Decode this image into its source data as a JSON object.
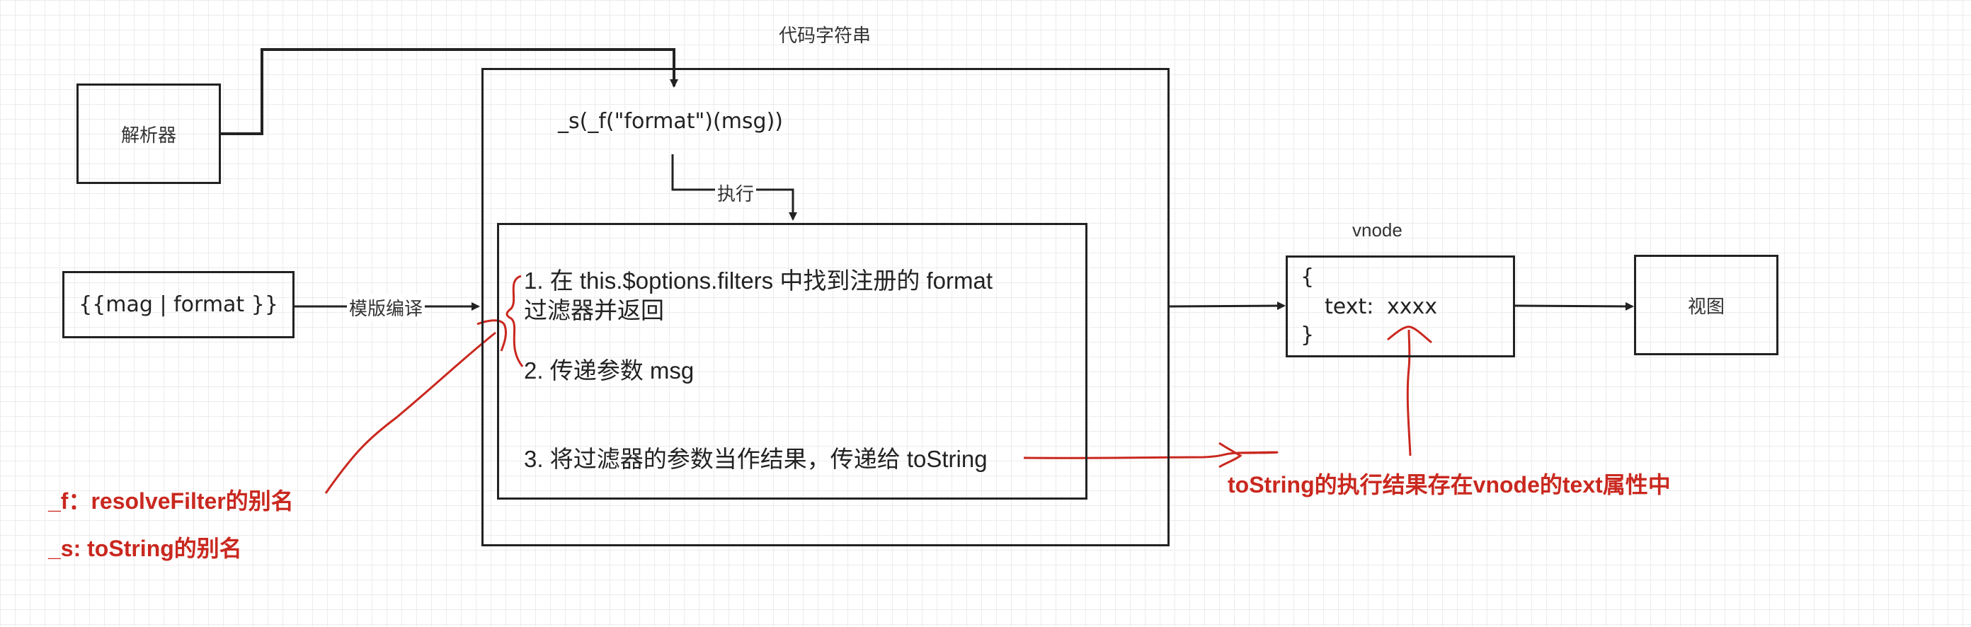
{
  "top_label": "代码字符串",
  "parser_label": "解析器",
  "template_label": "{{mag | format }}",
  "compile_label": "模版编译",
  "code_string": "_s(_f(\"format\")(msg))",
  "execute_label": "执行",
  "steps": {
    "step1_line1": "1. 在 this.$options.filters 中找到注册的 format",
    "step1_line2": "过滤器并返回",
    "step2": "2. 传递参数 msg",
    "step3": "3. 将过滤器的参数当作结果，传递给 toString"
  },
  "vnode": {
    "title": "vnode",
    "open_brace": "{",
    "text_key": "text:",
    "text_value": "xxxx",
    "close_brace": "}"
  },
  "view_label": "视图",
  "annotations": {
    "f_alias": "_f：resolveFilter的别名",
    "s_alias": "_s:   toString的别名",
    "result_note": "toString的执行结果存在vnode的text属性中"
  },
  "colors": {
    "stroke": "#222222",
    "annotation": "#c9281f",
    "grid": "#ececec"
  }
}
